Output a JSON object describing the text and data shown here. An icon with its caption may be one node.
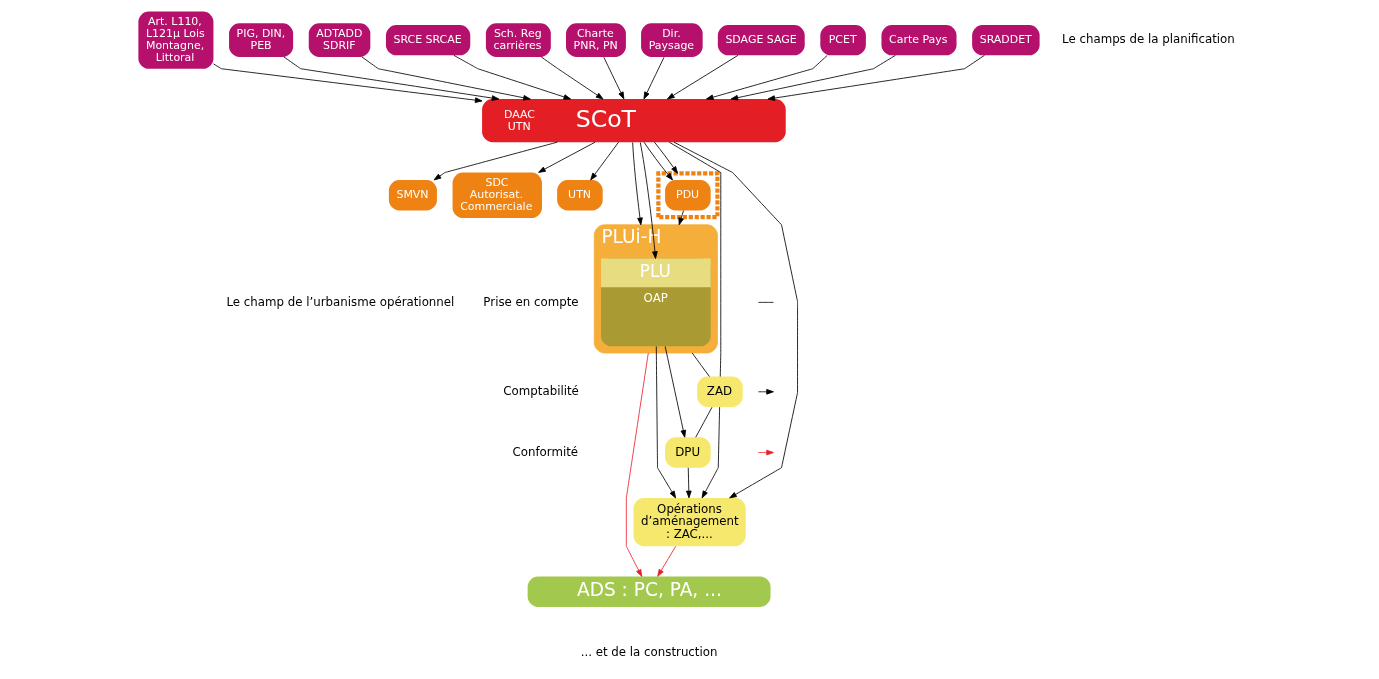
{
  "diagram": {
    "nodes": [
      {
        "text": [
          "Art. L110, L121µ Lois Montagne, Littoral"
        ]
      },
      {
        "text": [
          "PIG, DIN, PEB"
        ]
      },
      {
        "text": [
          "ADTADD SDRIF"
        ]
      },
      {
        "text": [
          "SRCE SRCAE"
        ]
      },
      {
        "text": [
          "Sch. Reg carrières"
        ]
      },
      {
        "text": [
          "Charte PNR, PN"
        ]
      },
      {
        "text": [
          "Dir. Paysage"
        ]
      },
      {
        "text": [
          "SDAGE SAGE"
        ]
      },
      {
        "text": [
          "PCET"
        ]
      },
      {
        "text": [
          "Carte Pays"
        ]
      },
      {
        "text": [
          "SRADDET"
        ]
      },
      {
        "text": [
          "DAAC UTN",
          "SCoT"
        ]
      },
      {
        "text": [
          "SMVN"
        ]
      },
      {
        "text": [
          "SDC Autorisat. Commerciale"
        ]
      },
      {
        "text": [
          "UTN"
        ]
      },
      {
        "text": [],
        "shape": "box"
      },
      {
        "text": [
          "PDU"
        ],
        "in": 15
      },
      {
        "text": [
          "PLUi-H"
        ]
      },
      {
        "text": [
          "PLU",
          "OAP"
        ],
        "in": 17
      },
      {
        "text": [
          "ZAD"
        ]
      },
      {
        "text": [
          "DPU"
        ]
      },
      {
        "text": [
          "Opérations d’aménagement : ZAC,..."
        ]
      },
      {
        "text": [
          "ADS : PC, PA, ..."
        ]
      }
    ],
    "edges": [
      {
        "from": 0,
        "to": 11,
        "arrow": "to"
      },
      {
        "from": 1,
        "to": 11,
        "arrow": "to"
      },
      {
        "from": 2,
        "to": 11,
        "arrow": "to"
      },
      {
        "from": 3,
        "to": 11,
        "arrow": "to"
      },
      {
        "from": 4,
        "to": 11,
        "arrow": "to"
      },
      {
        "from": 5,
        "to": 11,
        "arrow": "to"
      },
      {
        "from": 6,
        "to": 11,
        "arrow": "to"
      },
      {
        "from": 7,
        "to": 11,
        "arrow": "to"
      },
      {
        "from": 8,
        "to": 11,
        "arrow": "to"
      },
      {
        "from": 9,
        "to": 11,
        "arrow": "to"
      },
      {
        "from": 10,
        "to": 11,
        "arrow": "to"
      },
      {
        "from": 11,
        "to": 12,
        "arrow": "to"
      },
      {
        "from": 11,
        "to": 13,
        "arrow": "to"
      },
      {
        "from": 11,
        "to": 14,
        "arrow": "to"
      },
      {
        "from": 11,
        "to": 16,
        "arrow": "to"
      },
      {
        "from": 11,
        "to": 15,
        "arrow": "to"
      },
      {
        "from": 11,
        "to": 17,
        "arrow": "to"
      },
      {
        "from": 11,
        "to": 18,
        "arrow": "to"
      },
      {
        "from": 11,
        "to": 19,
        "arrow": "none"
      },
      {
        "from": 11,
        "to": 21,
        "arrow": "to"
      },
      {
        "from": 16,
        "to": 17,
        "arrow": "to"
      },
      {
        "from": 17,
        "to": 19,
        "arrow": "none"
      },
      {
        "from": 19,
        "to": 20,
        "arrow": "none"
      },
      {
        "from": 19,
        "to": 21,
        "arrow": "to"
      },
      {
        "from": 18,
        "to": 20,
        "arrow": "to"
      },
      {
        "from": 20,
        "to": 21,
        "arrow": "to"
      },
      {
        "from": 18,
        "to": 21,
        "arrow": "to"
      },
      {
        "from": 17,
        "to": 22,
        "arrow": "to",
        "color": "#e8202a"
      },
      {
        "from": 21,
        "to": 22,
        "arrow": "to",
        "color": "#e8202a"
      }
    ],
    "labels": [
      "Le champs de la planification",
      "Le champ de l’urbanisme opérationnel",
      "... et de la construction"
    ],
    "legend": [
      {
        "text": "Prise en compte"
      },
      {
        "text": "Comptabilité"
      },
      {
        "text": "Conformité"
      }
    ]
  }
}
